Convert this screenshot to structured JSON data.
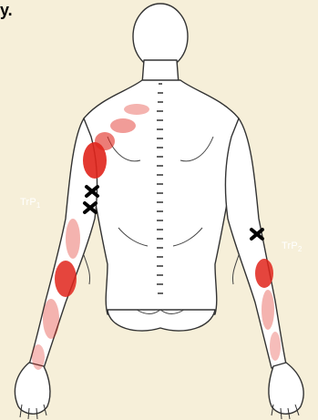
{
  "corner_text": "y.",
  "labels": {
    "tp1": {
      "main": "TrP",
      "sub": "1"
    },
    "tp2": {
      "main": "TrP",
      "sub": "2"
    }
  },
  "colors": {
    "background": "#f6efd9",
    "body_fill": "#ffffff",
    "outline": "#333333",
    "referred_pain": "#e0241b",
    "trigger_point_mark": "#000000",
    "label_text": "#ffffff"
  },
  "icons": [
    "trigger-point-x-icon"
  ]
}
